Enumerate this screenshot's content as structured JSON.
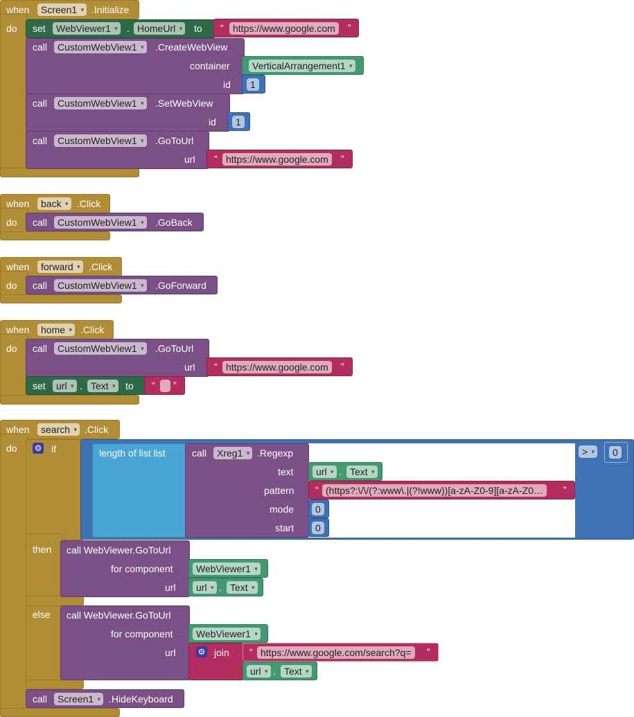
{
  "kw": {
    "when": "when",
    "do": "do",
    "set": "set",
    "call": "call",
    "to": "to",
    "dot": ".",
    "oq": "“",
    "cq": "”",
    "if": "if",
    "then": "then",
    "else": "else",
    "join": "join"
  },
  "ev1": {
    "component": "Screen1",
    "event": ".Initialize",
    "set_comp": "WebViewer1",
    "set_prop": "HomeUrl",
    "set_value": "https://www.google.com",
    "create_comp": "CustomWebView1",
    "create_method": ".CreateWebView",
    "container_label": "container",
    "container_value": "VerticalArrangement1",
    "id_label": "id",
    "id_value": "1",
    "setwv_comp": "CustomWebView1",
    "setwv_method": ".SetWebView",
    "setwv_id_value": "1",
    "goto_comp": "CustomWebView1",
    "goto_method": ".GoToUrl",
    "url_label": "url",
    "url_value": "https://www.google.com"
  },
  "ev2": {
    "component": "back",
    "event": ".Click",
    "call_comp": "CustomWebView1",
    "method": ".GoBack"
  },
  "ev3": {
    "component": "forward",
    "event": ".Click",
    "call_comp": "CustomWebView1",
    "method": ".GoForward"
  },
  "ev4": {
    "component": "home",
    "event": ".Click",
    "call_comp": "CustomWebView1",
    "method": ".GoToUrl",
    "url_label": "url",
    "url_value": "https://www.google.com",
    "set_comp": "url",
    "set_prop": "Text",
    "set_value": ""
  },
  "ev5": {
    "component": "search",
    "event": ".Click",
    "length_label": "length of list  list",
    "regexp_comp": "Xreg1",
    "regexp_method": ".Regexp",
    "text_label": "text",
    "text_comp": "url",
    "text_prop": "Text",
    "pattern_label": "pattern",
    "pattern_value": "(https?:\\/\\/(?:www\\.|(?!www))[a-zA-Z0-9][a-zA-Z0…",
    "mode_label": "mode",
    "mode_value": "0",
    "start_label": "start",
    "start_value": "0",
    "op": ">",
    "compare_value": "0",
    "then_call": "call WebViewer.GoToUrl",
    "for_component_label": "for component",
    "then_comp": "WebViewer1",
    "then_url_label": "url",
    "then_url_comp": "url",
    "then_url_prop": "Text",
    "else_call": "call WebViewer.GoToUrl",
    "else_comp": "WebViewer1",
    "else_url_label": "url",
    "join_str": "https://www.google.com/search?q=",
    "join_comp": "url",
    "join_prop": "Text",
    "hide_comp": "Screen1",
    "hide_method": ".HideKeyboard"
  },
  "colors": {
    "event": "#B18E35",
    "procedure": "#7B5086",
    "setter": "#2D6A47",
    "component": "#439970",
    "text": "#B32D5E",
    "math": "#3F71B5",
    "list": "#49A6D4"
  }
}
